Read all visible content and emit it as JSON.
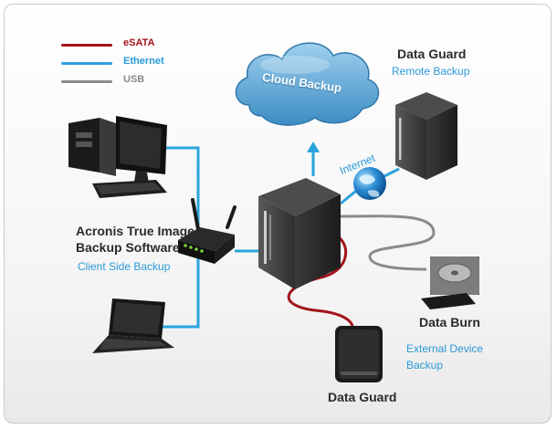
{
  "legend": {
    "items": [
      {
        "label": "eSATA",
        "color": "#a3141c"
      },
      {
        "label": "Ethernet",
        "color": "#2aa4de"
      },
      {
        "label": "USB",
        "color": "#8a8a8a"
      }
    ]
  },
  "cloud": {
    "label": "Cloud Backup",
    "color": "#5fa6d3"
  },
  "remote": {
    "title": "Data Guard",
    "subtitle": "Remote Backup"
  },
  "internet": {
    "label": "Internet"
  },
  "client": {
    "line1": "Acronis True Image",
    "line2": "Backup Software",
    "subtitle": "Client Side Backup"
  },
  "burn": {
    "label": "Data Burn"
  },
  "external": {
    "line1": "External Device",
    "line2": "Backup"
  },
  "drive": {
    "label": "Data Guard"
  },
  "colors": {
    "esata": "#a3141c",
    "ethernet": "#2aa4de",
    "usb": "#8a8a8a",
    "label_blue": "#2a9ad8",
    "label_dark": "#2b2b2b"
  }
}
